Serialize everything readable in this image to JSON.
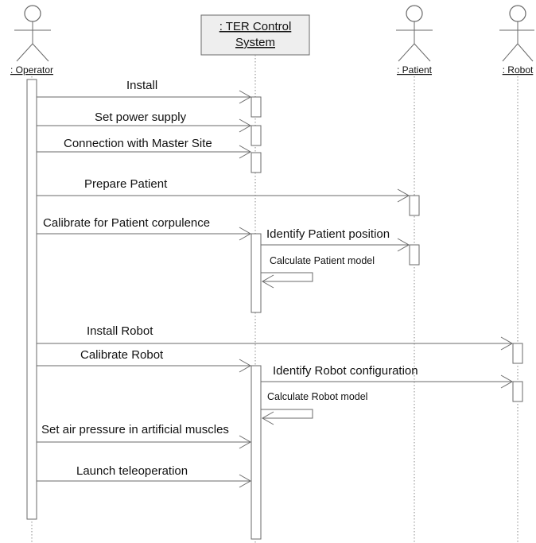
{
  "participants": {
    "operator": ": Operator",
    "system_line1": ": TER Control",
    "system_line2": "System",
    "patient": ": Patient",
    "robot": ": Robot"
  },
  "messages": {
    "install": "Install",
    "set_power_supply": "Set power supply",
    "connection_master_site": "Connection with Master Site",
    "prepare_patient": "Prepare Patient",
    "calibrate_patient_corpulence": "Calibrate for Patient corpulence",
    "identify_patient_position": "Identify Patient position",
    "calculate_patient_model": "Calculate Patient model",
    "install_robot": "Install Robot",
    "calibrate_robot": "Calibrate Robot",
    "identify_robot_configuration": "Identify Robot configuration",
    "calculate_robot_model": "Calculate Robot model",
    "set_air_pressure": "Set air pressure in artificial muscles",
    "launch_teleoperation": "Launch teleoperation"
  },
  "colors": {
    "line": "#6a6a6a",
    "system_box_fill": "#eeeeee"
  }
}
